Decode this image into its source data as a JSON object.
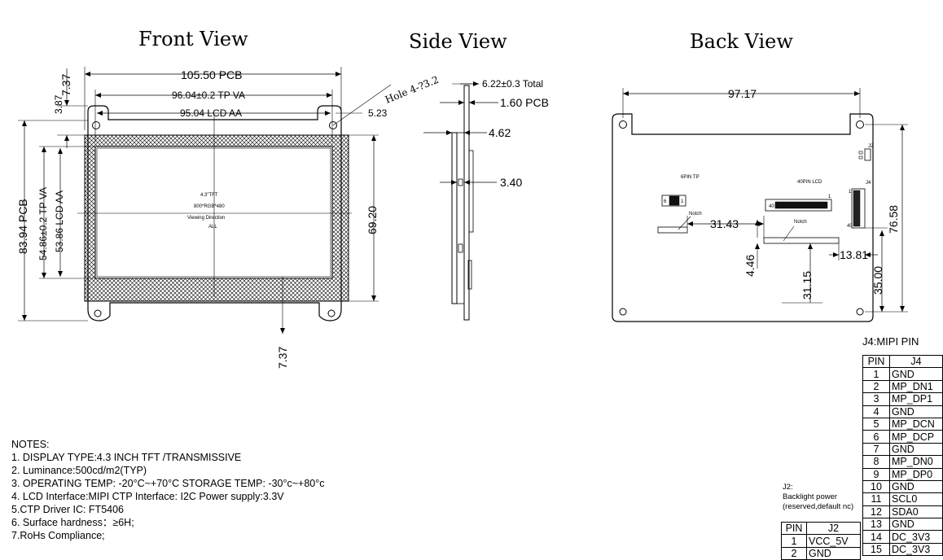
{
  "views": {
    "front_title": "Front View",
    "side_title": "Side View",
    "back_title": "Back View"
  },
  "front": {
    "pcb_width": "105.50 PCB",
    "tp_va_width": "96.04±0.2 TP VA",
    "lcd_aa_width": "95.04 LCD AA",
    "hole": "Hole 4-?3.2",
    "dim_523": "5.23",
    "dim_737_top": "7.37",
    "dim_387": "3.87",
    "pcb_height": "83.94 PCB",
    "tp_va_height": "54.86±0.2 TP VA",
    "lcd_aa_height": "53.86 LCD AA",
    "dim_6920": "69.20",
    "dim_737_bottom": "7.37",
    "label_line1": "4.3\"TFT",
    "label_line2": "800*RGB*480",
    "label_line3": "Viewing Direction",
    "label_line4": "ALL"
  },
  "side": {
    "total": "6.22±0.3 Total",
    "pcb": "1.60 PCB",
    "dim_462": "4.62",
    "dim_340": "3.40"
  },
  "back": {
    "width": "97.17",
    "height": "76.58",
    "dim_3143": "31.43",
    "dim_446": "4.46",
    "dim_3115": "31.15",
    "dim_1381": "13.81",
    "dim_3500": "35.00",
    "tp_label": "6PIN TP",
    "lcd_label": "40PIN LCD",
    "notch1": "Notch",
    "notch2": "Notch",
    "pin40": "40",
    "pin1_lcd": "1",
    "pin6": "6",
    "pin1_tp": "1",
    "j4_label": "J4",
    "j4_pin1": "1",
    "j4_pin40": "40",
    "j2_label": "J2"
  },
  "notes": [
    "NOTES:",
    "1. DISPLAY TYPE:4.3 INCH TFT /TRANSMISSIVE",
    "2. Luminance:500cd/m2(TYP)",
    "3. OPERATING TEMP: -20°C~+70°C  STORAGE TEMP: -30°c~+80°c",
    "4. LCD Interface:MIPI  CTP  Interface:  I2C    Power supply:3.3V",
    "5.CTP Driver IC:  FT5406",
    "6. Surface hardness：≥6H;",
    "7.RoHs Compliance;"
  ],
  "j4_table": {
    "title": "J4:MIPI PIN",
    "headers": [
      "PIN",
      "J4"
    ],
    "rows": [
      [
        "1",
        "GND"
      ],
      [
        "2",
        "MP_DN1"
      ],
      [
        "3",
        "MP_DP1"
      ],
      [
        "4",
        "GND"
      ],
      [
        "5",
        "MP_DCN"
      ],
      [
        "6",
        "MP_DCP"
      ],
      [
        "7",
        "GND"
      ],
      [
        "8",
        "MP_DN0"
      ],
      [
        "9",
        "MP_DP0"
      ],
      [
        "10",
        "GND"
      ],
      [
        "11",
        "SCL0"
      ],
      [
        "12",
        "SDA0"
      ],
      [
        "13",
        "GND"
      ],
      [
        "14",
        "DC_3V3"
      ],
      [
        "15",
        "DC_3V3"
      ]
    ]
  },
  "j2_table": {
    "note_lines": [
      "J2:",
      "Backlight power",
      "(reserved,default nc)"
    ],
    "headers": [
      "PIN",
      "J2"
    ],
    "rows": [
      [
        "1",
        "VCC_5V"
      ],
      [
        "2",
        "GND"
      ]
    ]
  }
}
